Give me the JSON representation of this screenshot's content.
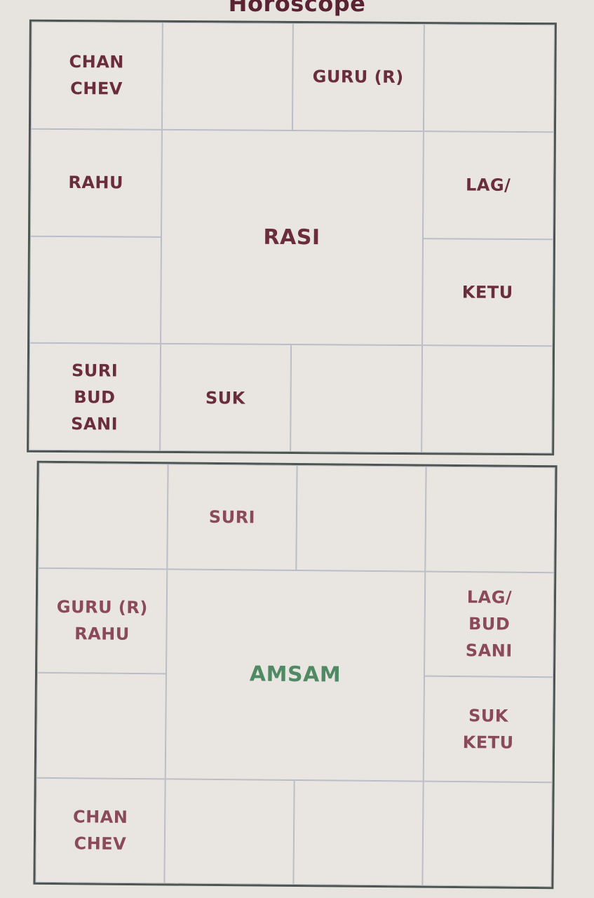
{
  "title": "Horoscope",
  "rasi": {
    "label": "RASI",
    "cells": {
      "r1c1": [
        "CHAN",
        "CHEV"
      ],
      "r1c2": [],
      "r1c3": [
        "GURU (R)"
      ],
      "r1c4": [],
      "r2c1": [
        "RAHU"
      ],
      "r2c4": [
        "LAG/"
      ],
      "r3c1": [],
      "r3c4": [
        "KETU"
      ],
      "r4c1": [
        "SURI",
        "BUD",
        "SANI"
      ],
      "r4c2": [
        "SUK"
      ],
      "r4c3": [],
      "r4c4": []
    }
  },
  "amsam": {
    "label": "AMSAM",
    "cells": {
      "r1c1": [],
      "r1c2": [
        "SURI"
      ],
      "r1c3": [],
      "r1c4": [],
      "r2c1": [
        "GURU (R)",
        "RAHU"
      ],
      "r2c4": [
        "LAG/",
        "BUD",
        "SANI"
      ],
      "r3c1": [],
      "r3c4": [
        "SUK",
        "KETU"
      ],
      "r4c1": [
        "CHAN",
        "CHEV"
      ],
      "r4c2": [],
      "r4c3": [],
      "r4c4": []
    }
  }
}
